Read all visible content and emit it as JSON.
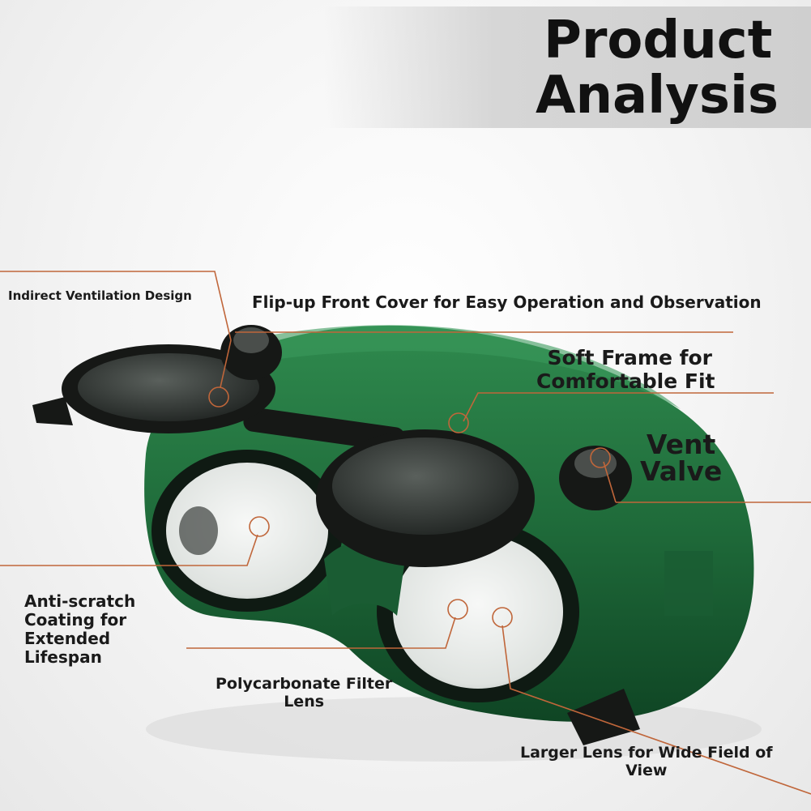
{
  "title": {
    "line1": "Product",
    "line2": "Analysis"
  },
  "labels": {
    "ventilation": "Indirect Ventilation Design",
    "flip_cover": "Flip-up Front Cover for Easy Operation and Observation",
    "soft_frame_1": "Soft Frame for",
    "soft_frame_2": "Comfortable Fit",
    "vent_valve_1": "Vent",
    "vent_valve_2": "Valve",
    "anti_scratch_1": "Anti-scratch",
    "anti_scratch_2": "Coating for",
    "anti_scratch_3": "Extended",
    "anti_scratch_4": "Lifespan",
    "filter_lens_1": "Polycarbonate Filter",
    "filter_lens_2": "Lens",
    "larger_lens_1": "Larger Lens for Wide Field of",
    "larger_lens_2": "View"
  },
  "colors": {
    "frame_green": "#1f6b3a",
    "dark_green": "#0f4524",
    "lens_dark": "#2a2e2c",
    "rim_black": "#161816",
    "callout": "#c0663a"
  }
}
